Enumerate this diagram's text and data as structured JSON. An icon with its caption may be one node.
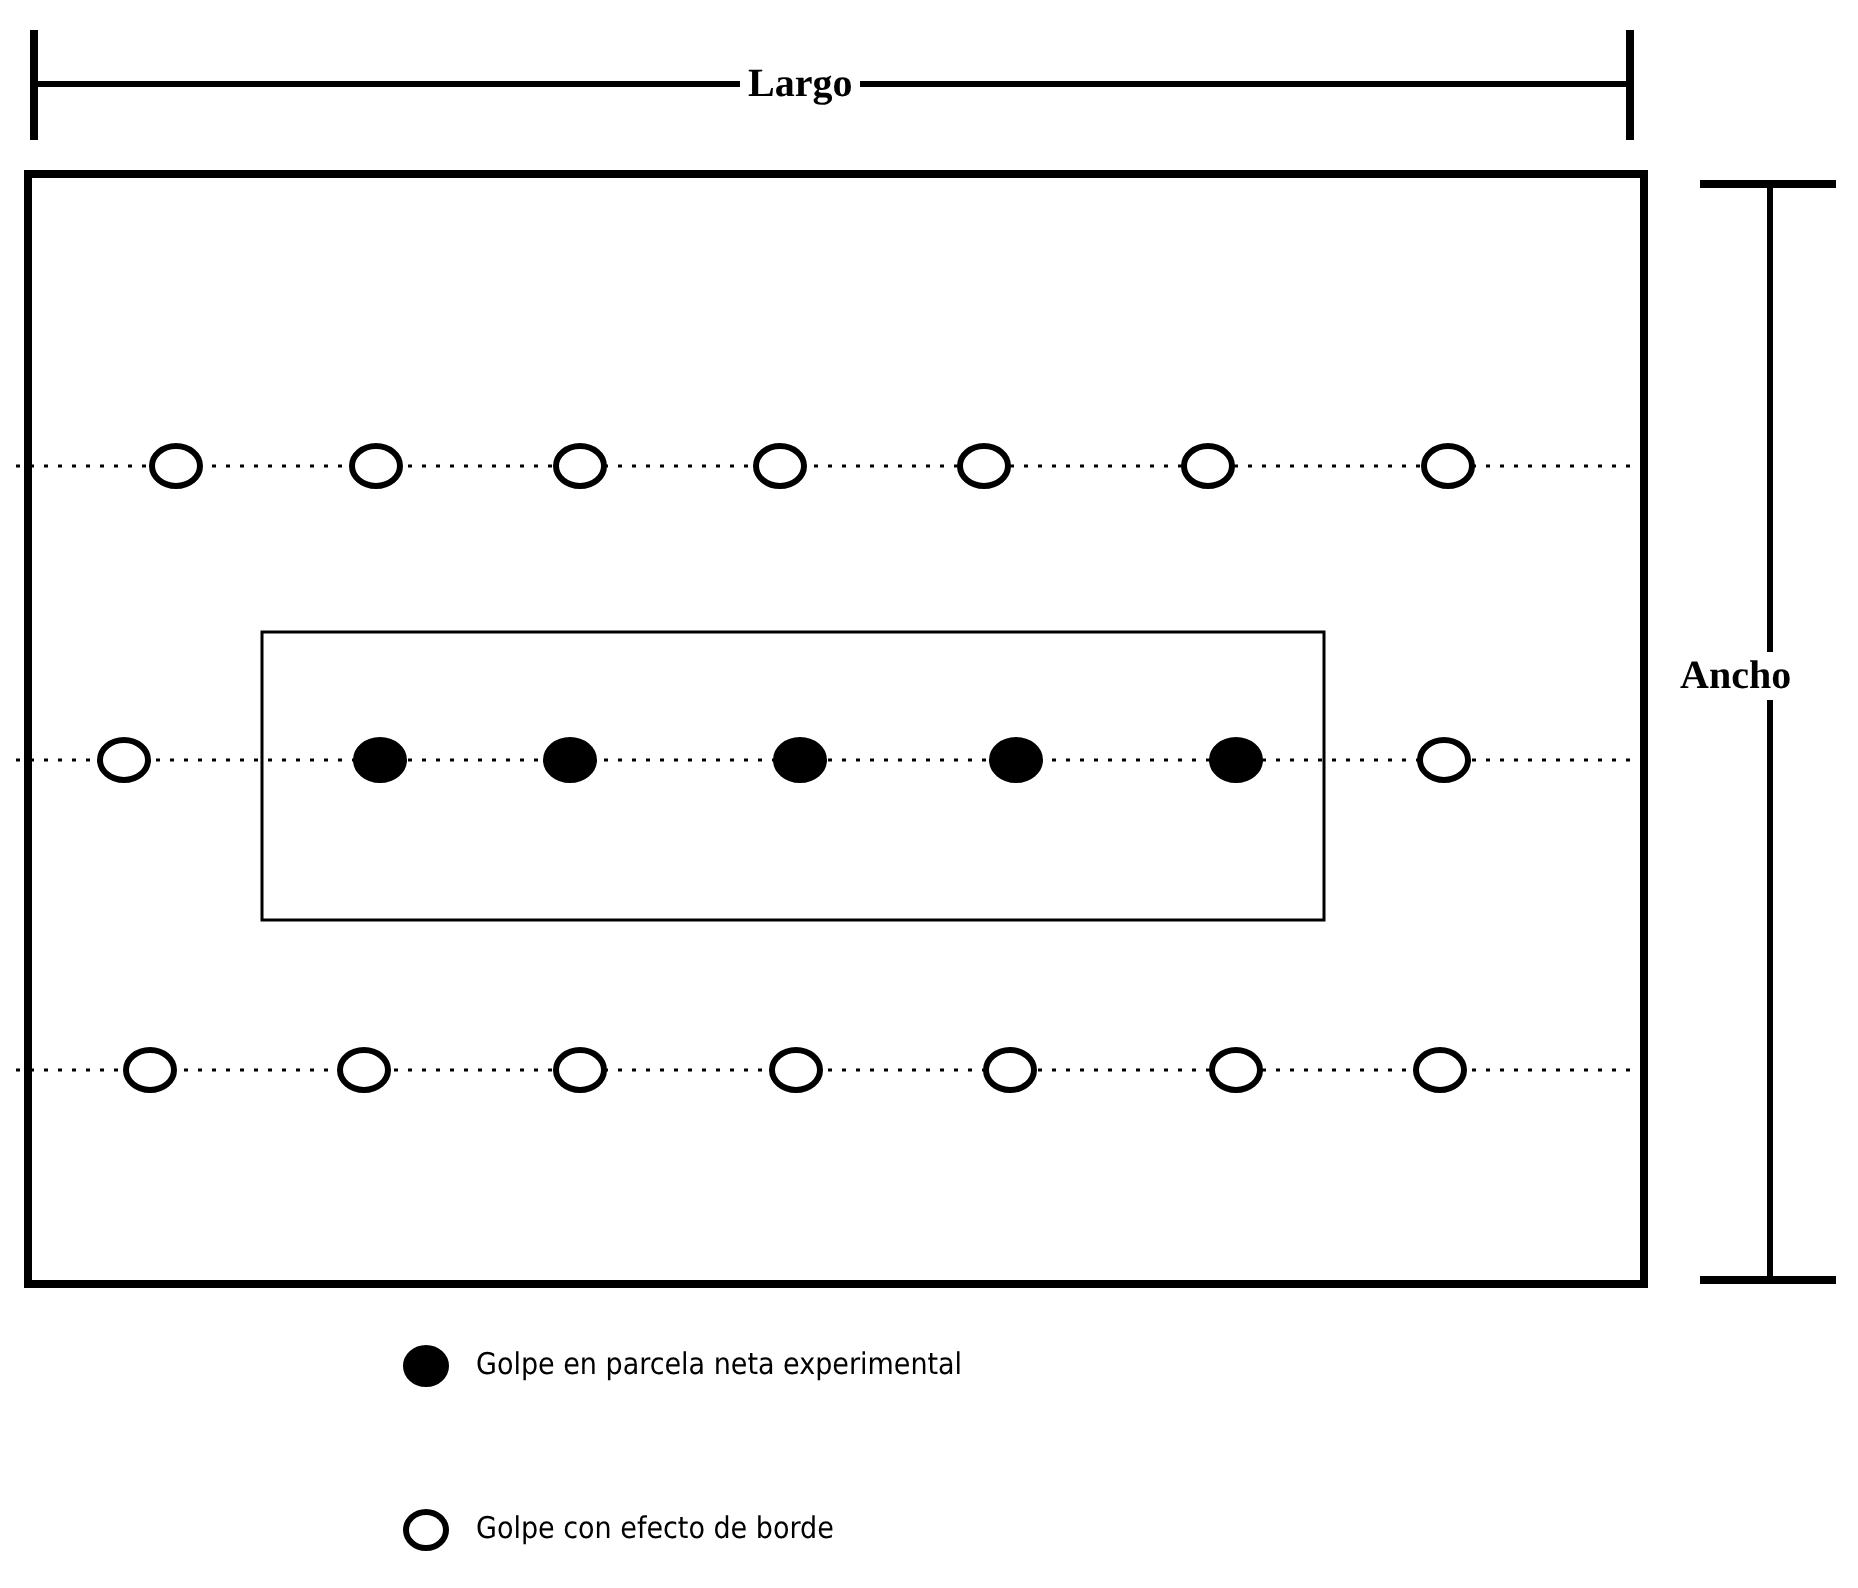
{
  "diagram": {
    "labels": [
      "Largo",
      "Ancho"
    ],
    "legend": [
      {
        "text": "Golpe en parcela neta experimental",
        "color": "#000000"
      },
      {
        "text": "Golpe con efecto de borde",
        "color": "#ffffff"
      }
    ]
  }
}
